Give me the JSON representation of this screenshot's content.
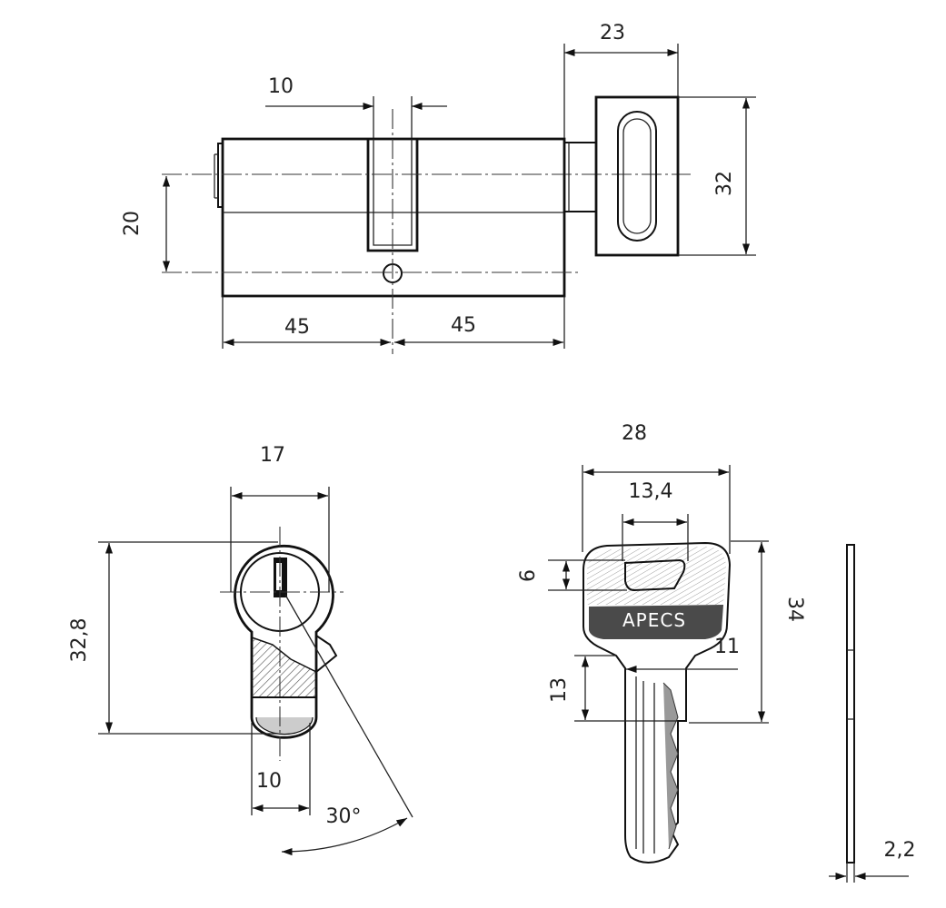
{
  "dimensions": {
    "top_width_23": "23",
    "top_slot_10": "10",
    "top_height_20": "20",
    "top_height_32": "32",
    "top_left_45": "45",
    "top_right_45": "45",
    "profile_width_17": "17",
    "profile_height_32_8": "32,8",
    "profile_bottom_10": "10",
    "profile_angle_30": "30°",
    "key_width_28": "28",
    "key_head_13_4": "13,4",
    "key_hole_6": "6",
    "key_height_34": "34",
    "key_shoulder_11": "11",
    "key_blade_13": "13",
    "key_thickness_2_2": "2,2"
  },
  "key_brand": "APECS",
  "colors": {
    "line": "#111111",
    "hatch": "#555555",
    "brand_band": "#4a4a4a"
  }
}
